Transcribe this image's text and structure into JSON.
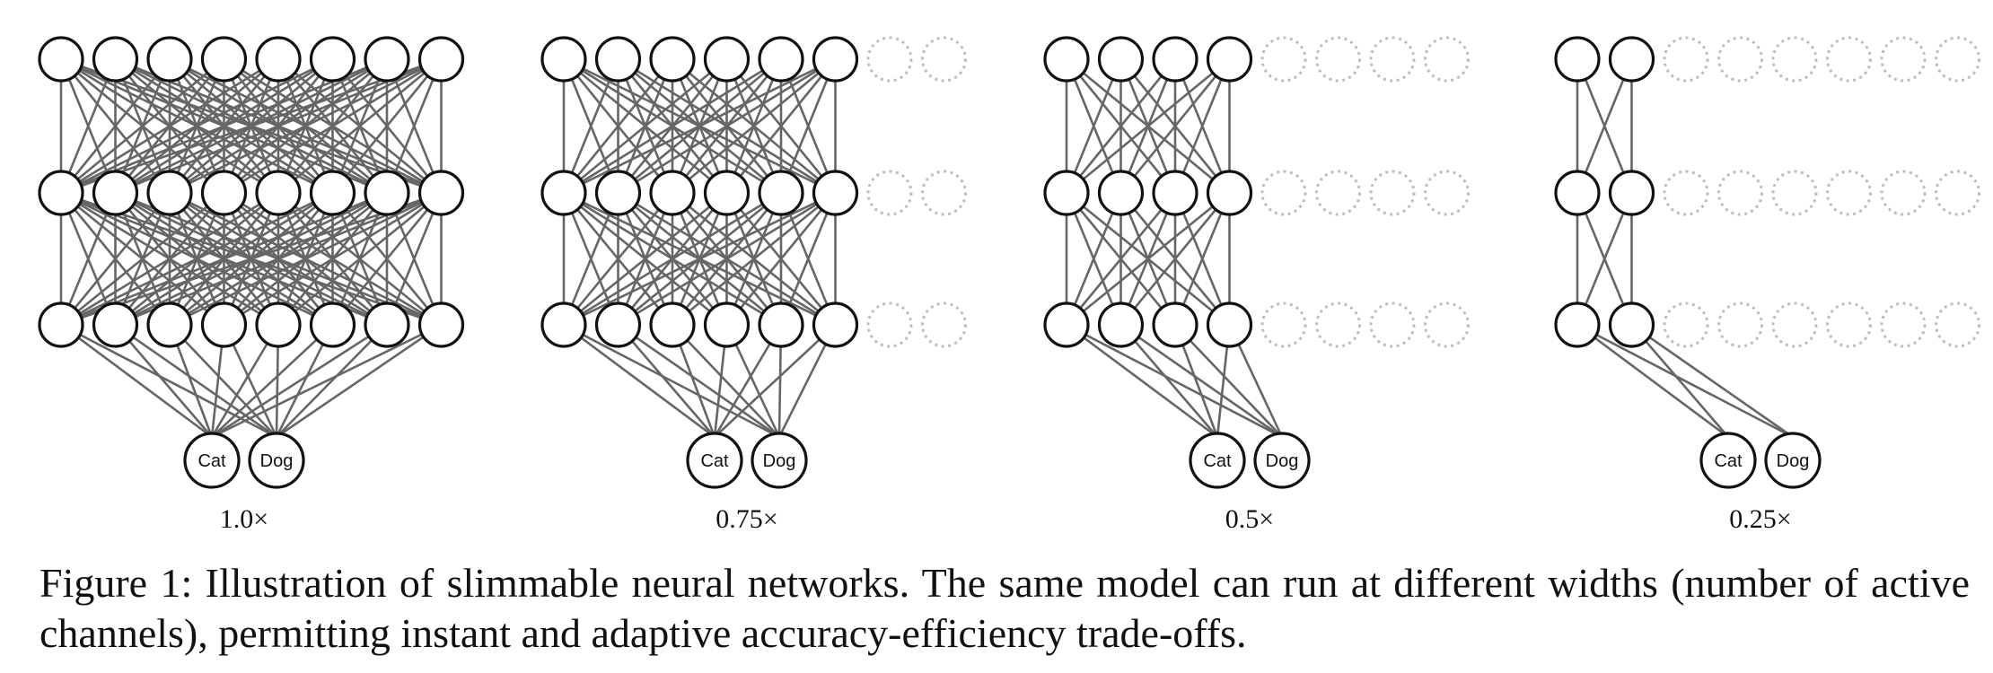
{
  "diagram": {
    "layers_per_network": 3,
    "total_channels_per_layer": 8,
    "networks": [
      {
        "width_label": "1.0×",
        "active_channels": 8,
        "outputs": [
          "Cat",
          "Dog"
        ]
      },
      {
        "width_label": "0.75×",
        "active_channels": 6,
        "outputs": [
          "Cat",
          "Dog"
        ]
      },
      {
        "width_label": "0.5×",
        "active_channels": 4,
        "outputs": [
          "Cat",
          "Dog"
        ]
      },
      {
        "width_label": "0.25×",
        "active_channels": 2,
        "outputs": [
          "Cat",
          "Dog"
        ]
      }
    ],
    "colors": {
      "edge": "#666666",
      "active_node_stroke": "#111111",
      "inactive_node_stroke": "#bdbdbd",
      "text": "#111111"
    }
  },
  "caption": {
    "text": "Figure 1: Illustration of slimmable neural networks. The same model can run at different widths (number of active channels), permitting instant and adaptive accuracy-efficiency trade-offs."
  }
}
